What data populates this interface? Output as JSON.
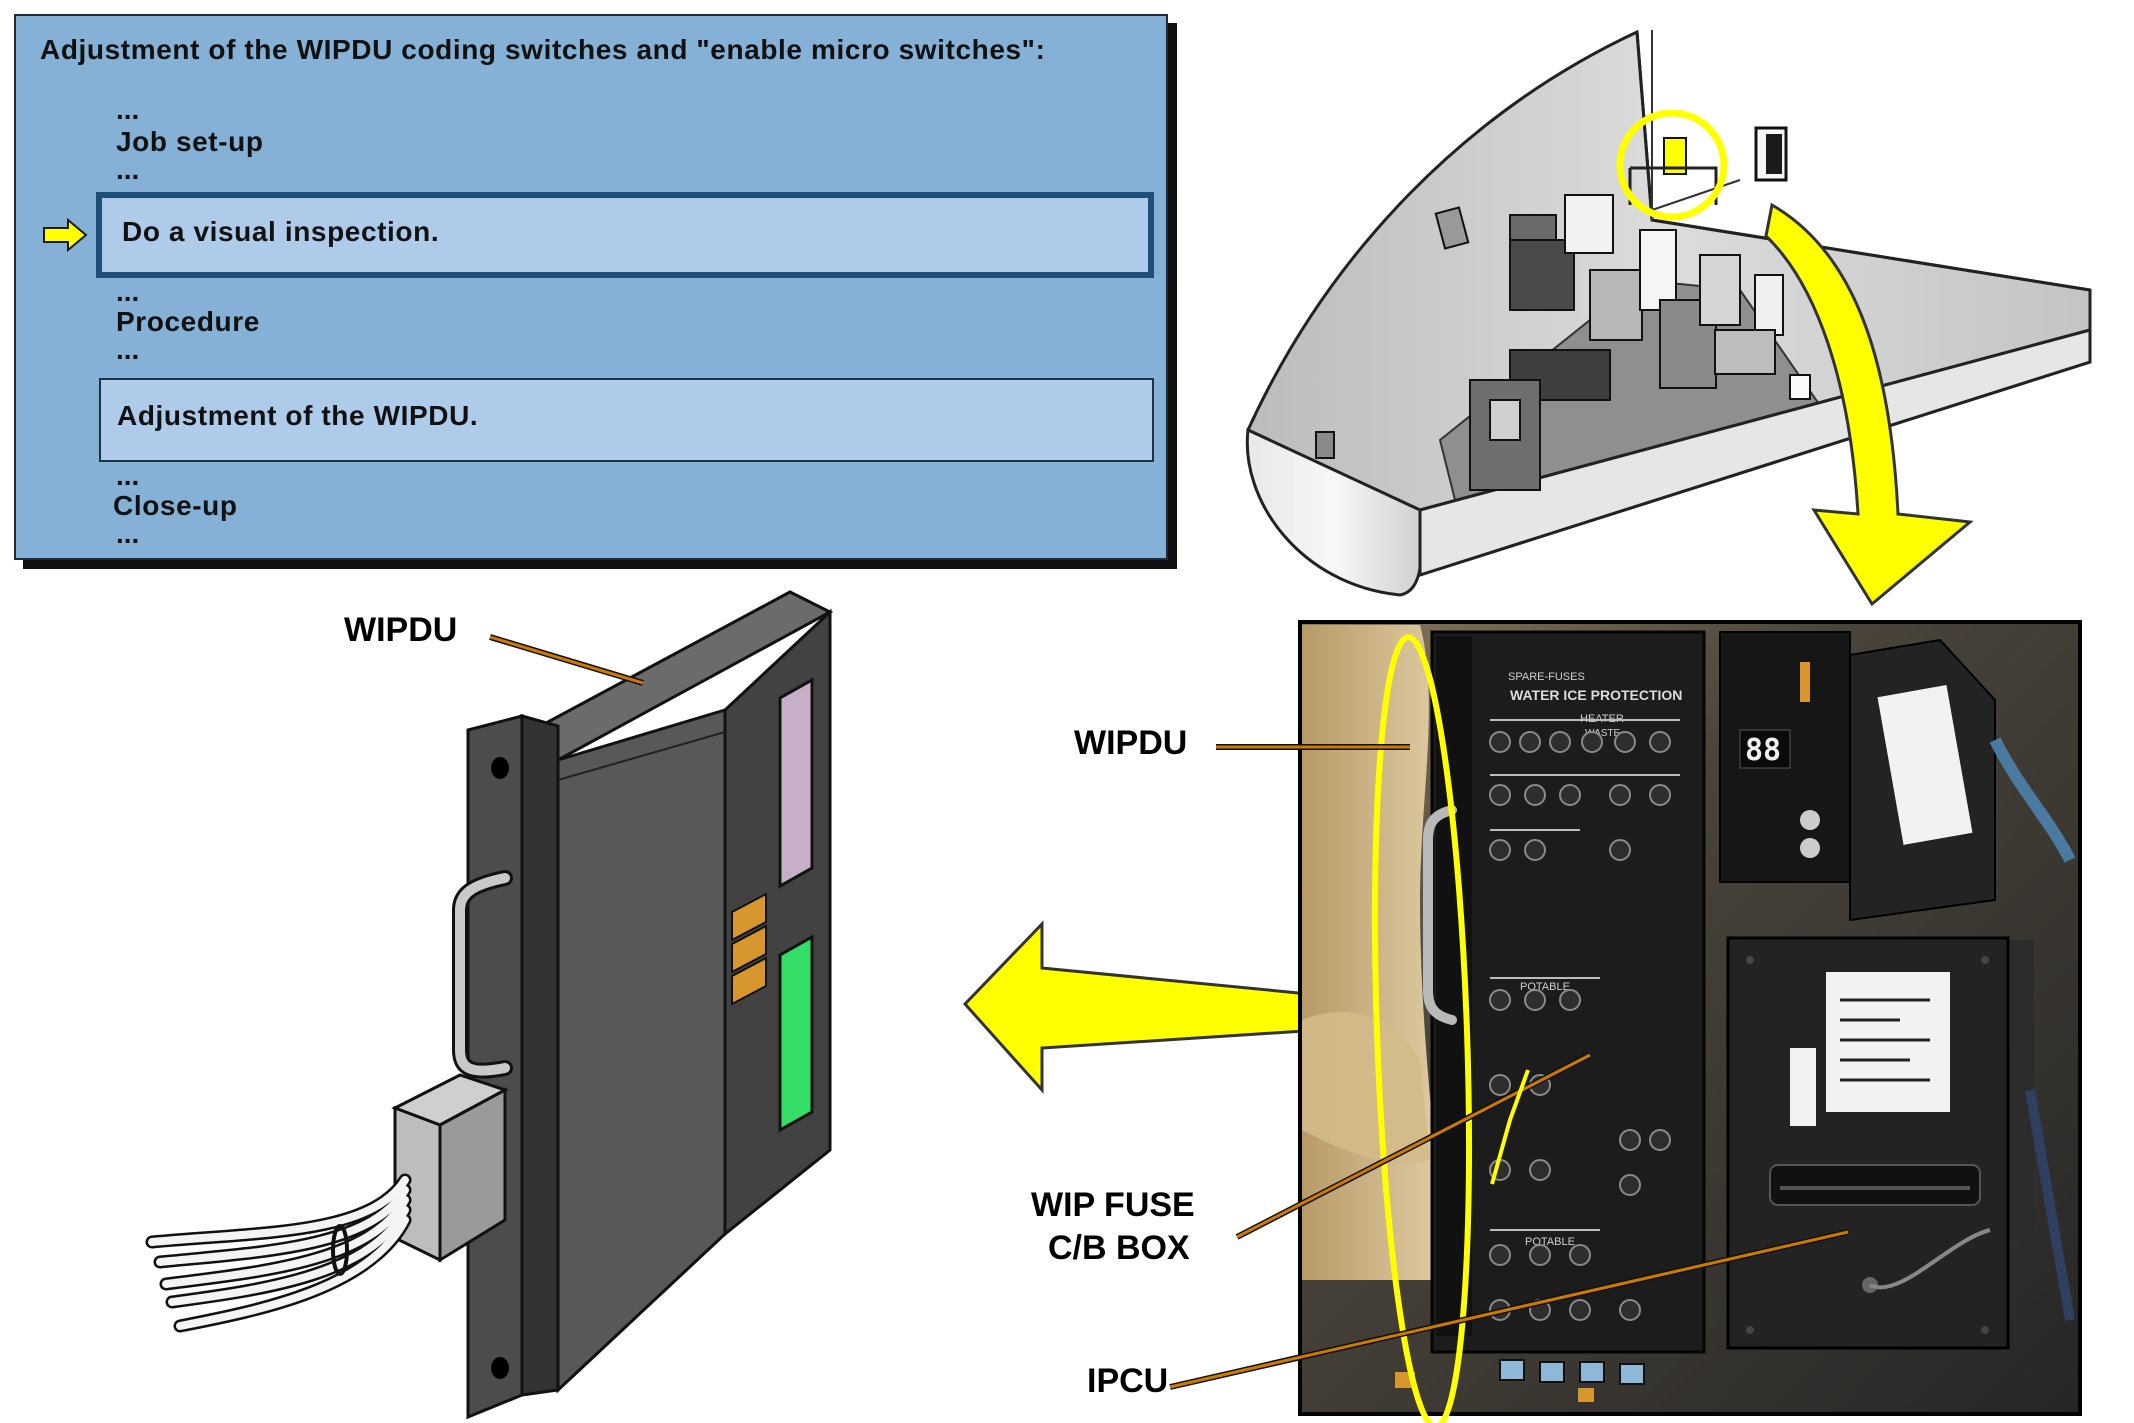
{
  "task_panel": {
    "title": "Adjustment of the WIPDU coding switches and \"enable micro switches\":",
    "ellipsis": "...",
    "job_setup": "Job set-up",
    "visual_inspection": "Do a visual inspection.",
    "procedure": "Procedure",
    "adjustment": "Adjustment of the WIPDU.",
    "close_up": "Close-up",
    "current_step_indicator": "arrow-right-icon"
  },
  "labels": {
    "wipdu_component": "WIPDU",
    "wipdu_photo": "WIPDU",
    "fuse_box_line1": "WIP FUSE",
    "fuse_box_line2": "C/B BOX",
    "ipcu": "IPCU"
  },
  "panel_text": {
    "heading": "WATER ICE PROTECTION",
    "spare": "SPARE-FUSES",
    "heater": "HEATER",
    "waste": "WASTE",
    "potable": "POTABLE",
    "display": "88"
  },
  "colors": {
    "highlight_yellow": "#ffff00",
    "panel_blue": "#86b1d6",
    "step_box": "#aecbea",
    "leader_line": "#cc7a00",
    "switch_orange": "#d8962e",
    "green_window": "#33dd66",
    "lilac_window": "#c8afc8"
  }
}
